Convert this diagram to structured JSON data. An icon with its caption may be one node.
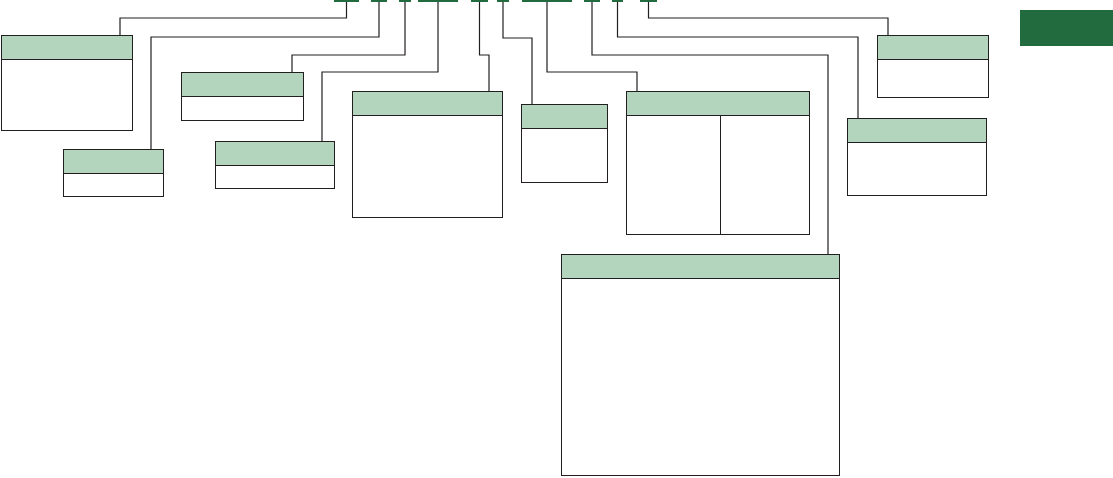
{
  "diagram": {
    "nodes": [
      {
        "text": [],
        "shape": "bar"
      },
      {
        "text": [],
        "shape": "bar"
      },
      {
        "text": [],
        "shape": "bar"
      },
      {
        "text": [],
        "shape": "bar"
      },
      {
        "text": [],
        "shape": "bar"
      },
      {
        "text": [],
        "shape": "bar"
      },
      {
        "text": [],
        "shape": "bar"
      },
      {
        "text": [],
        "shape": "bar"
      },
      {
        "text": [],
        "shape": "bar"
      },
      {
        "text": [],
        "shape": "bar"
      },
      {
        "text": [],
        "shape": "box"
      },
      {
        "text": [],
        "shape": "box"
      },
      {
        "text": [],
        "shape": "box"
      },
      {
        "text": [],
        "shape": "box"
      },
      {
        "text": [],
        "shape": "box"
      },
      {
        "text": [],
        "shape": "box"
      },
      {
        "text": [],
        "shape": "box"
      },
      {
        "text": [],
        "shape": "box"
      },
      {
        "text": [],
        "shape": "box"
      },
      {
        "text": [],
        "shape": "box"
      },
      {
        "text": [],
        "shape": "box"
      }
    ],
    "edges": [
      {
        "from": 0,
        "to": 11,
        "arrow": "none"
      },
      {
        "from": 1,
        "to": 19,
        "arrow": "none"
      },
      {
        "from": 2,
        "to": 13,
        "arrow": "none"
      },
      {
        "from": 3,
        "to": 18,
        "arrow": "none"
      },
      {
        "from": 4,
        "to": 14,
        "arrow": "none"
      },
      {
        "from": 5,
        "to": 16,
        "arrow": "none"
      },
      {
        "from": 6,
        "to": 15,
        "arrow": "none"
      },
      {
        "from": 7,
        "to": 20,
        "arrow": "none"
      },
      {
        "from": 8,
        "to": 17,
        "arrow": "none"
      },
      {
        "from": 9,
        "to": 12,
        "arrow": "none"
      }
    ]
  }
}
